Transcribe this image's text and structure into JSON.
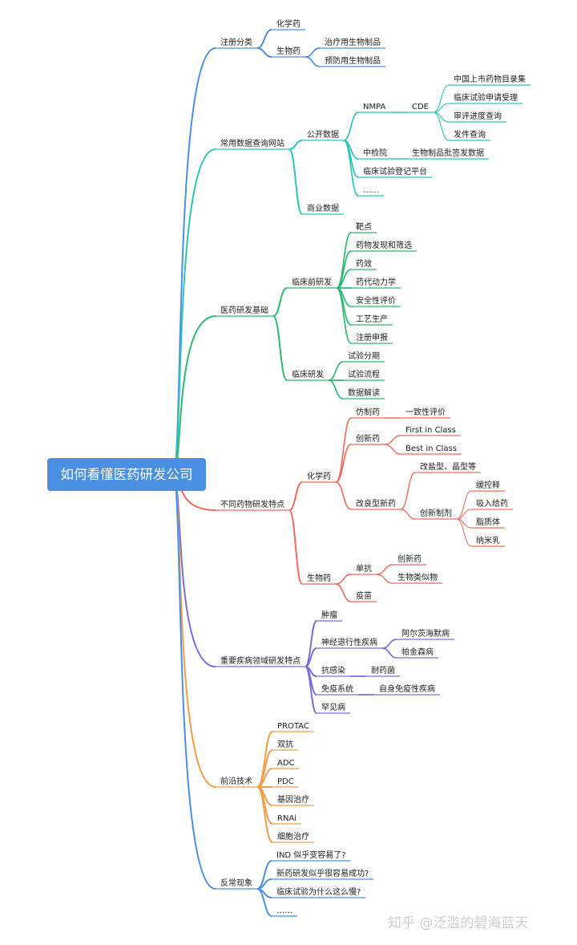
{
  "title": "如何看懂医药研发公司",
  "colors": {
    "root": "#4a90e2",
    "reg": "#4a90e2",
    "db": "#2ec4b6",
    "med": "#2eb872",
    "drug": "#ee6c5e",
    "disease": "#7b6fd6",
    "tech": "#f39c4a",
    "abn": "#4a90e2"
  },
  "watermark": "知乎 @泛滥的碧海蓝天",
  "branches": {
    "reg": {
      "label": "注册分类",
      "items": [
        "化学药",
        "生物药",
        "治疗用生物制品",
        "预防用生物制品"
      ]
    },
    "db": {
      "label": "常用数据查询网站",
      "items": [
        "公开数据",
        "NMPA",
        "CDE",
        "中国上市药物目录集",
        "临床试验申请受理",
        "审评进度查询",
        "发件查询",
        "中检院",
        "生物制品批签发数据",
        "临床试验登记平台",
        "……",
        "商业数据"
      ]
    },
    "med": {
      "label": "医药研发基础",
      "items": [
        "临床前研发",
        "靶点",
        "药物发现和筛选",
        "药效",
        "药代动力学",
        "安全性评价",
        "工艺生产",
        "注册申报",
        "临床研发",
        "试验分期",
        "试验流程",
        "数据解读"
      ]
    },
    "drug": {
      "label": "不同药物研发特点",
      "items": [
        "化学药",
        "仿制药",
        "一致性评价",
        "创新药",
        "First in Class",
        "Best in Class",
        "改良型新药",
        "改盐型、晶型等",
        "创新制剂",
        "缓控释",
        "吸入给药",
        "脂质体",
        "纳米乳",
        "生物药",
        "单抗",
        "创新药",
        "生物类似物",
        "疫苗"
      ]
    },
    "disease": {
      "label": "重要疾病领域研发特点",
      "items": [
        "肿瘤",
        "神经退行性疾病",
        "阿尔茨海默病",
        "帕金森病",
        "抗感染",
        "耐药菌",
        "免疫系统",
        "自身免疫性疾病",
        "罕见病"
      ]
    },
    "tech": {
      "label": "前沿技术",
      "items": [
        "PROTAC",
        "双抗",
        "ADC",
        "PDC",
        "基因治疗",
        "RNAi",
        "细胞治疗"
      ]
    },
    "abn": {
      "label": "反常现象",
      "items": [
        "IND 似乎变容易了?",
        "新药研发似乎很容易成功?",
        "临床试验为什么这么慢?",
        "……"
      ]
    }
  }
}
